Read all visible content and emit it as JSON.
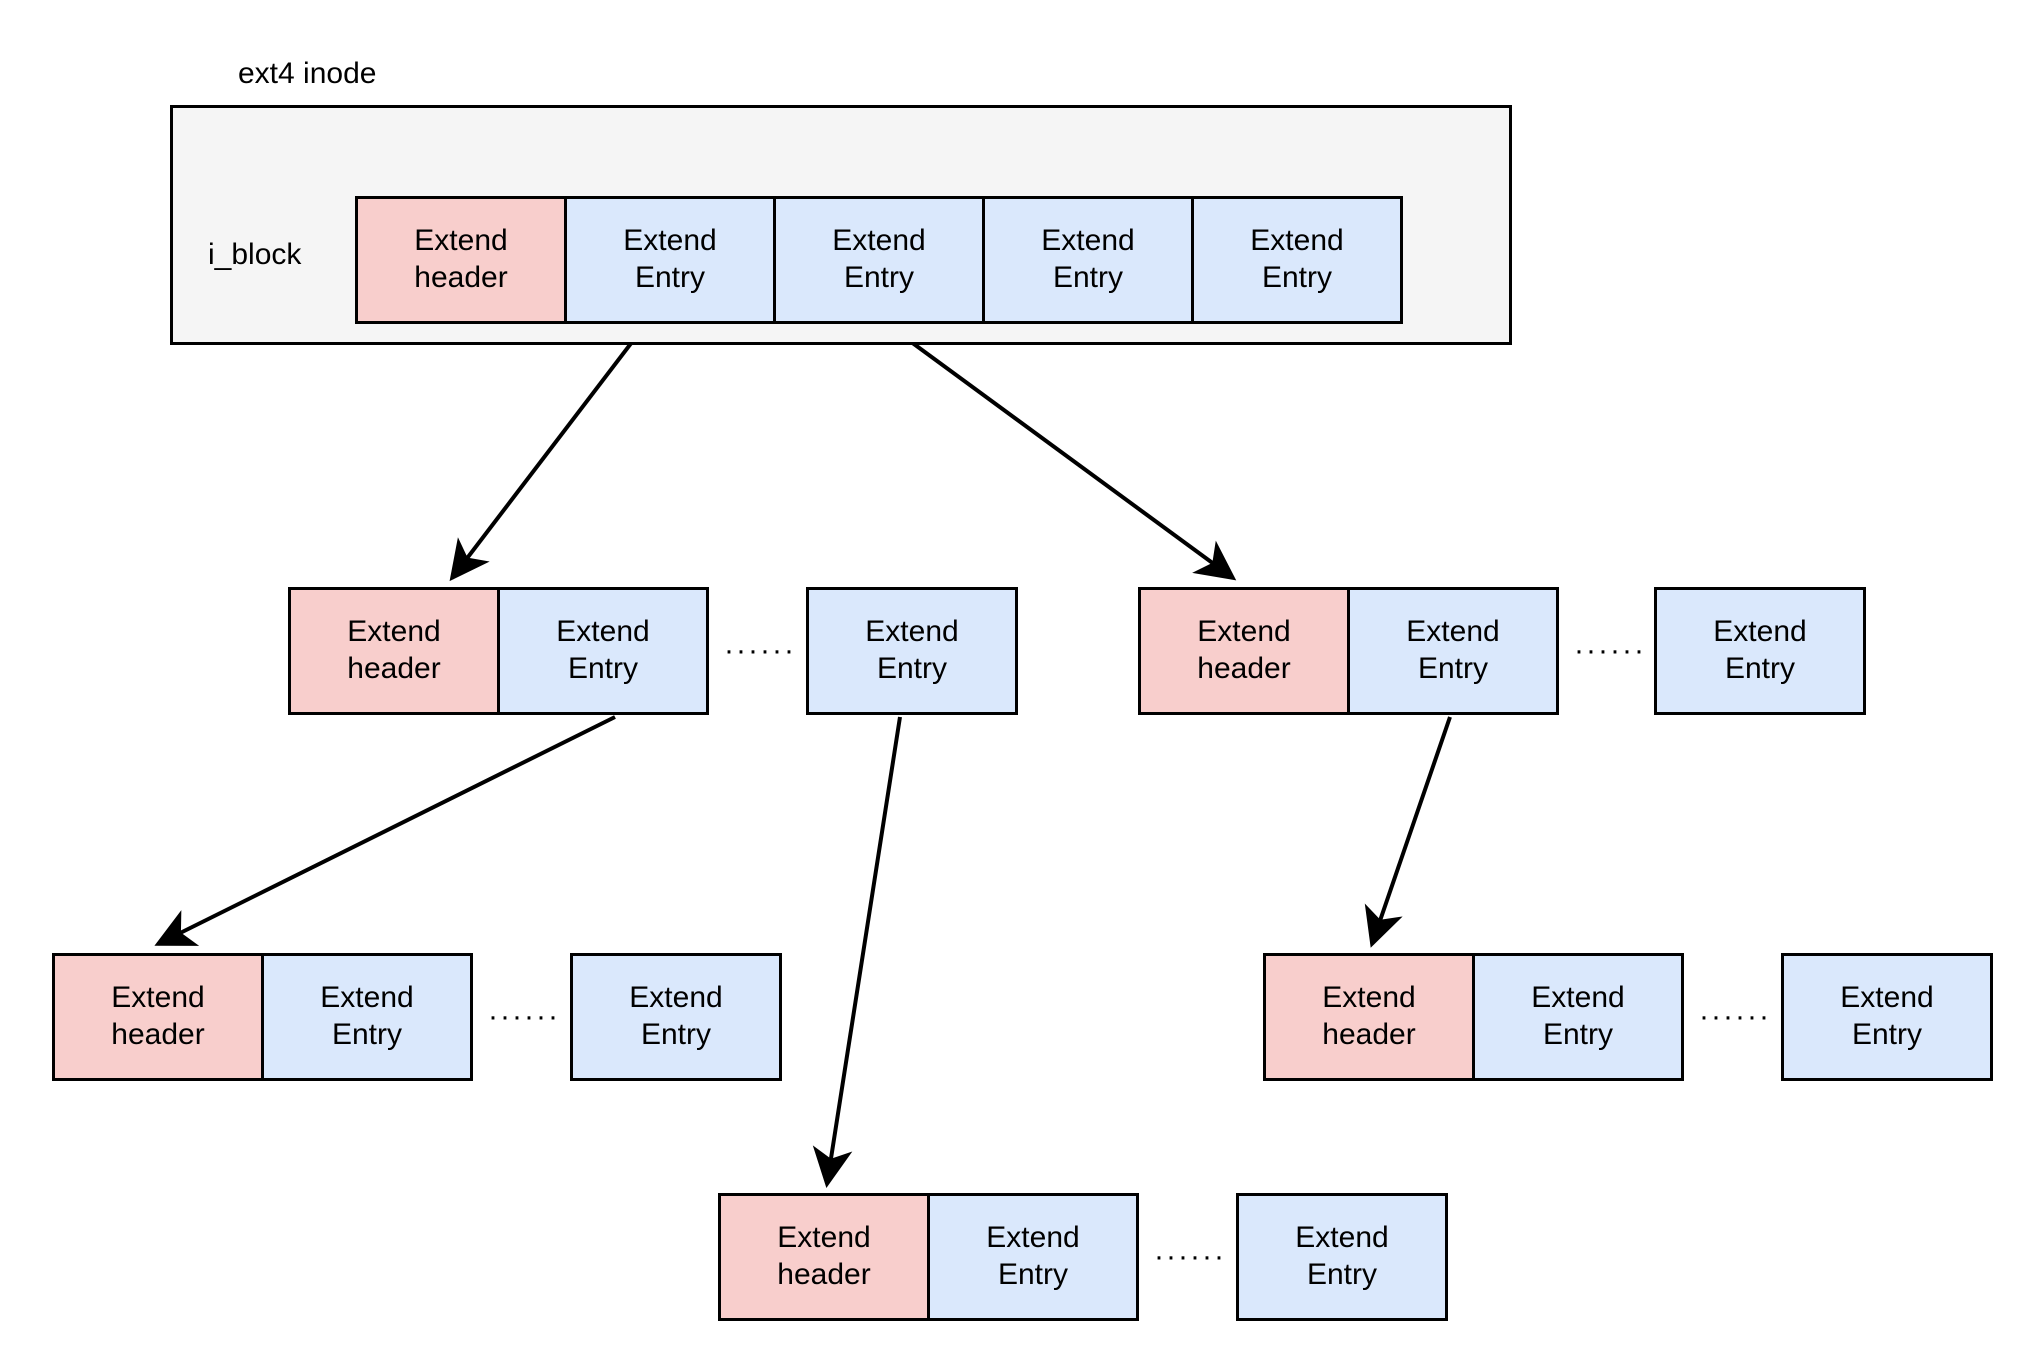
{
  "diagram": {
    "title": "ext4 inode",
    "labels": {
      "i_block": "i_block",
      "ellipsis": "······"
    },
    "colors": {
      "header_fill": "#f8cecc",
      "entry_fill": "#dae8fc",
      "inode_fill": "#f5f5f5",
      "stroke": "#000000",
      "background": "#ffffff"
    },
    "cell_text": {
      "header_line1": "Extend",
      "header_line2": "header",
      "entry_line1": "Extend",
      "entry_line2": "Entry"
    },
    "levels": [
      {
        "name": "inode-i_block",
        "groups": [
          {
            "name": "inode-extent-root",
            "cells": [
              {
                "type": "header",
                "line1": "Extend",
                "line2": "header"
              },
              {
                "type": "entry",
                "line1": "Extend",
                "line2": "Entry"
              },
              {
                "type": "entry",
                "line1": "Extend",
                "line2": "Entry"
              },
              {
                "type": "entry",
                "line1": "Extend",
                "line2": "Entry"
              },
              {
                "type": "entry",
                "line1": "Extend",
                "line2": "Entry"
              }
            ]
          }
        ]
      },
      {
        "name": "extent-index-level-1",
        "groups": [
          {
            "name": "node-2a",
            "cells": [
              {
                "type": "header",
                "line1": "Extend",
                "line2": "header"
              },
              {
                "type": "entry",
                "line1": "Extend",
                "line2": "Entry"
              }
            ]
          },
          {
            "name": "node-2b",
            "cells": [
              {
                "type": "entry",
                "line1": "Extend",
                "line2": "Entry"
              }
            ]
          },
          {
            "name": "node-2c",
            "cells": [
              {
                "type": "header",
                "line1": "Extend",
                "line2": "header"
              },
              {
                "type": "entry",
                "line1": "Extend",
                "line2": "Entry"
              }
            ]
          },
          {
            "name": "node-2d",
            "cells": [
              {
                "type": "entry",
                "line1": "Extend",
                "line2": "Entry"
              }
            ]
          }
        ]
      },
      {
        "name": "extent-index-level-2",
        "groups": [
          {
            "name": "node-3a",
            "cells": [
              {
                "type": "header",
                "line1": "Extend",
                "line2": "header"
              },
              {
                "type": "entry",
                "line1": "Extend",
                "line2": "Entry"
              }
            ]
          },
          {
            "name": "node-3b",
            "cells": [
              {
                "type": "entry",
                "line1": "Extend",
                "line2": "Entry"
              }
            ]
          },
          {
            "name": "node-3c",
            "cells": [
              {
                "type": "header",
                "line1": "Extend",
                "line2": "header"
              },
              {
                "type": "entry",
                "line1": "Extend",
                "line2": "Entry"
              }
            ]
          },
          {
            "name": "node-3d",
            "cells": [
              {
                "type": "entry",
                "line1": "Extend",
                "line2": "Entry"
              }
            ]
          }
        ]
      },
      {
        "name": "extent-leaf-level-3",
        "groups": [
          {
            "name": "node-4a",
            "cells": [
              {
                "type": "header",
                "line1": "Extend",
                "line2": "header"
              },
              {
                "type": "entry",
                "line1": "Extend",
                "line2": "Entry"
              }
            ]
          },
          {
            "name": "node-4b",
            "cells": [
              {
                "type": "entry",
                "line1": "Extend",
                "line2": "Entry"
              }
            ]
          }
        ]
      }
    ],
    "arrows": [
      {
        "name": "arrow-root-entry1-to-node2a",
        "from": "inode entry 1",
        "to": "node-2a header"
      },
      {
        "name": "arrow-root-entry2-to-node2c",
        "from": "inode entry 2",
        "to": "node-2c header"
      },
      {
        "name": "arrow-node2a-entry-to-node3a",
        "from": "node-2a entry",
        "to": "node-3a header"
      },
      {
        "name": "arrow-node2b-entry-to-node4a",
        "from": "node-2b entry",
        "to": "node-4a header"
      },
      {
        "name": "arrow-node2c-entry-to-node3c",
        "from": "node-2c entry",
        "to": "node-3c header"
      }
    ]
  }
}
